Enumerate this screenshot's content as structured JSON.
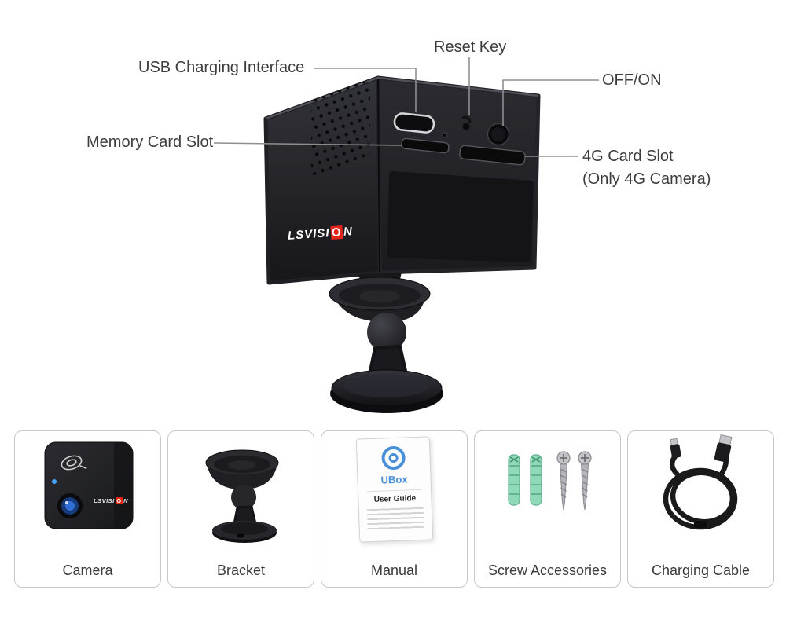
{
  "diagram": {
    "callouts": {
      "reset": "Reset Key",
      "usb": "USB Charging Interface",
      "power": "OFF/ON",
      "memory": "Memory Card Slot",
      "fourg_line1": "4G Card Slot",
      "fourg_line2": "(Only 4G Camera)"
    },
    "brand": {
      "pre": "LSVISI",
      "accent": "O",
      "post": "N"
    }
  },
  "cards": [
    {
      "label": "Camera"
    },
    {
      "label": "Bracket"
    },
    {
      "label": "Manual"
    },
    {
      "label": "Screw Accessories"
    },
    {
      "label": "Charging Cable"
    }
  ],
  "manual": {
    "logo": "UBox",
    "title": "User Guide"
  },
  "colors": {
    "callout_line": "#8f8f8f",
    "label_text": "#3d3d3d",
    "logo_red": "#e2241a",
    "ubox_blue": "#4a90d9",
    "anchor_green": "#8fd9b8",
    "camera_black": "#1c1c1f"
  }
}
